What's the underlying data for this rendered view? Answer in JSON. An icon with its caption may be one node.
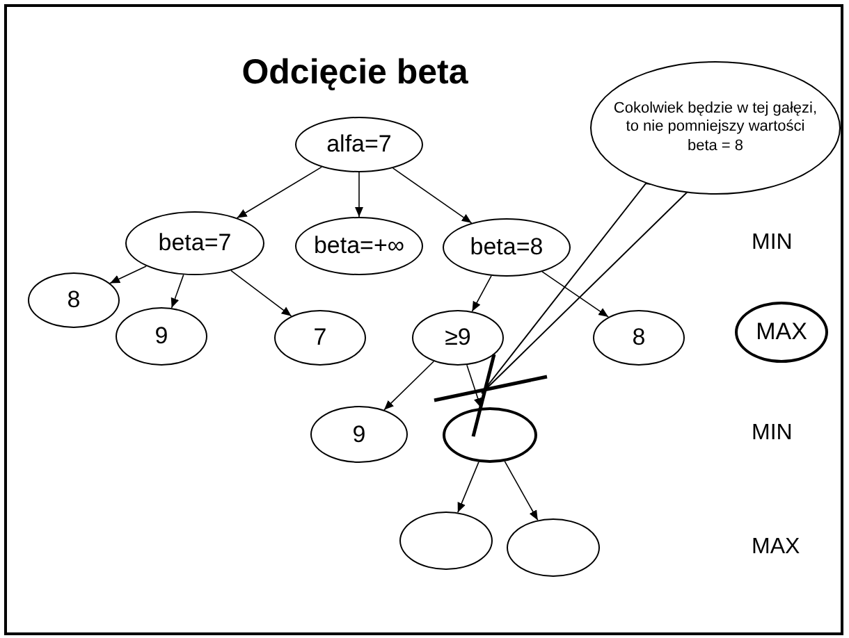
{
  "diagram": {
    "title": "Odcięcie beta",
    "nodes": [
      {
        "text": [
          "alfa=7"
        ]
      },
      {
        "text": [
          "beta=7"
        ]
      },
      {
        "text": [
          "beta=+∞"
        ]
      },
      {
        "text": [
          "beta=8"
        ]
      },
      {
        "text": [
          "8"
        ]
      },
      {
        "text": [
          "9"
        ]
      },
      {
        "text": [
          "7"
        ]
      },
      {
        "text": [
          "≥9"
        ]
      },
      {
        "text": [
          "8"
        ]
      },
      {
        "text": [
          "9"
        ]
      },
      {
        "text": [],
        "shape": "ellipse"
      },
      {
        "text": [],
        "shape": "ellipse"
      },
      {
        "text": [],
        "shape": "ellipse"
      },
      {
        "text": [
          "MAX"
        ]
      },
      {
        "text": [
          "Cokolwiek będzie w tej gałęzi, to nie pomniejszy wartości beta = 8"
        ]
      }
    ],
    "edges": [
      {
        "from": 0,
        "to": 1,
        "arrow": "to"
      },
      {
        "from": 0,
        "to": 2,
        "arrow": "to"
      },
      {
        "from": 0,
        "to": 3,
        "arrow": "to"
      },
      {
        "from": 1,
        "to": 4,
        "arrow": "to"
      },
      {
        "from": 1,
        "to": 5,
        "arrow": "to"
      },
      {
        "from": 1,
        "to": 6,
        "arrow": "to"
      },
      {
        "from": 3,
        "to": 7,
        "arrow": "to"
      },
      {
        "from": 3,
        "to": 8,
        "arrow": "to"
      },
      {
        "from": 7,
        "to": 9,
        "arrow": "to"
      },
      {
        "from": 7,
        "to": 10,
        "arrow": "to"
      },
      {
        "from": 10,
        "to": 11,
        "arrow": "to"
      },
      {
        "from": 10,
        "to": 12,
        "arrow": "to"
      }
    ],
    "labels": [
      "MIN",
      "MIN",
      "MAX"
    ]
  }
}
